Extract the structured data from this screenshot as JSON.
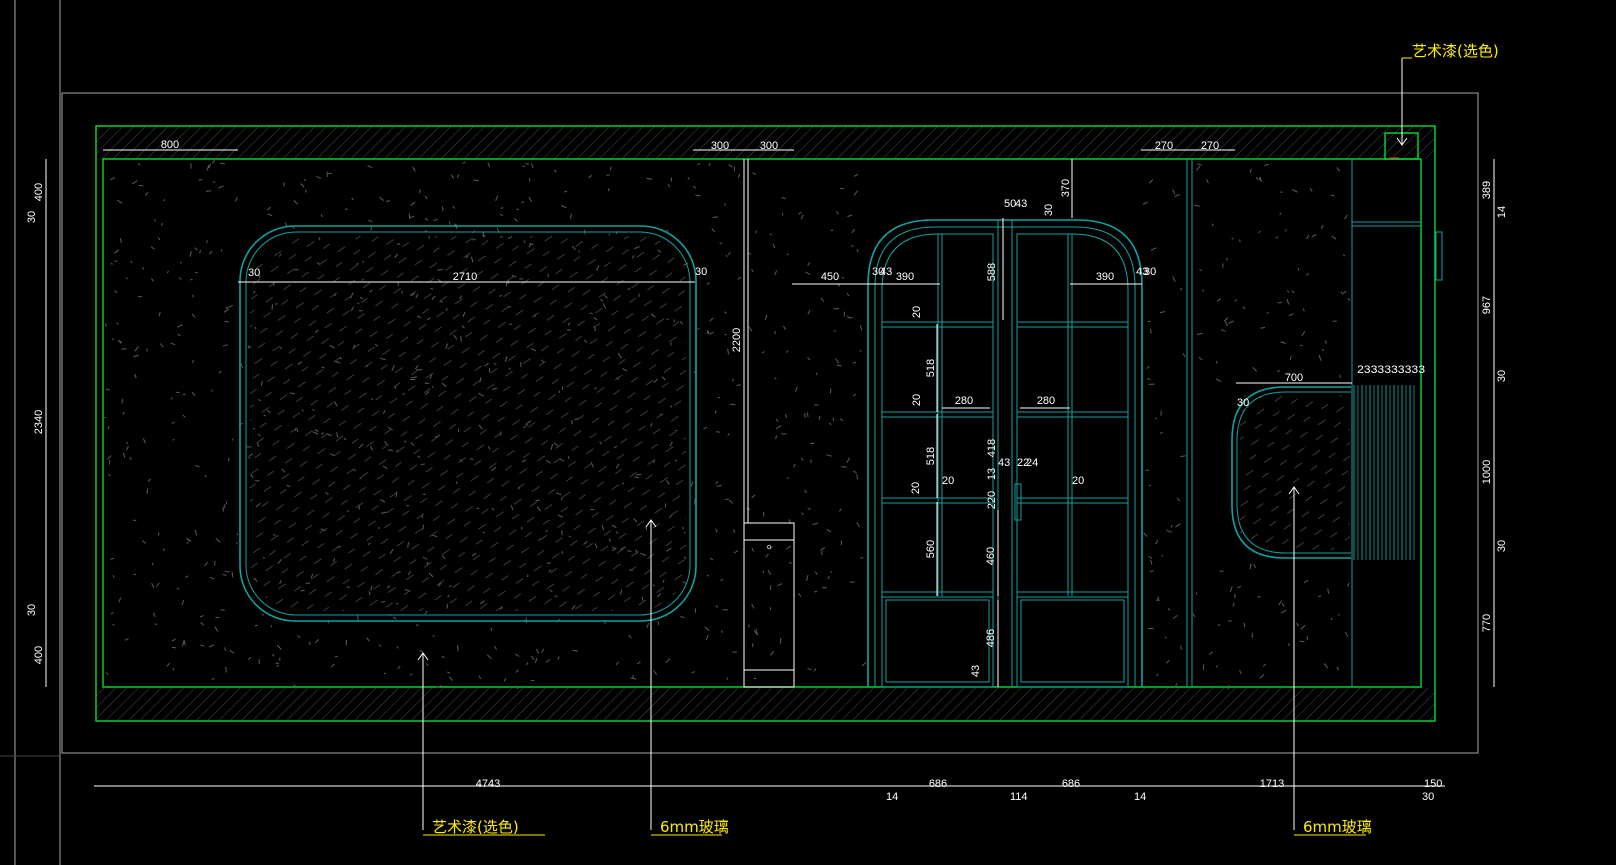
{
  "annotations": {
    "top_right": "艺术漆(选色)",
    "bottom_left": "艺术漆(选色)",
    "bottom_mid": "6mm玻璃",
    "bottom_right": "6mm玻璃"
  },
  "top_dims": {
    "d800": "800",
    "d300a": "300",
    "d300b": "300",
    "d270a": "270",
    "d270b": "270"
  },
  "mirror_dims": {
    "d30l": "30",
    "d2710": "2710",
    "d30r": "30"
  },
  "door_dims": {
    "d450": "450",
    "d30a": "30",
    "d43a": "43",
    "d390a": "390",
    "d390b": "390",
    "d43b": "43",
    "d30b": "30",
    "d588": "588",
    "d370": "370",
    "d30top": "30",
    "d50": "50",
    "d43c": "43",
    "d20a": "20",
    "d518a": "518",
    "d20b": "20",
    "d280a": "280",
    "d280b": "280",
    "d518b": "518",
    "d418": "418",
    "d13": "13",
    "d43d": "43",
    "d22": "22",
    "d24": "24",
    "d20c": "20",
    "d20d": "20",
    "d220": "220",
    "d20e": "20",
    "d560": "560",
    "d460": "460",
    "d486": "486",
    "d43e": "43",
    "d2200": "2200"
  },
  "right_dims": {
    "d700": "700",
    "d30": "30",
    "d2333": "2333333333"
  },
  "left_vdims": {
    "d400a": "400",
    "d30a": "30",
    "d2340": "2340",
    "d30b": "30",
    "d400b": "400"
  },
  "right_vdims": {
    "d389": "389",
    "d14": "14",
    "d967": "967",
    "d30a": "30",
    "d1000": "1000",
    "d30b": "30",
    "d770": "770"
  },
  "bottom_dims": {
    "d4743": "4743",
    "d14a": "14",
    "d686a": "686",
    "d114": "114",
    "d686b": "686",
    "d14b": "14",
    "d1713": "1713",
    "d150": "150",
    "d30": "30"
  },
  "colors": {
    "background": "#000000",
    "frame_green": "#00dd33",
    "glass_cyan": "#14a0a0",
    "annotation_yellow": "#ffee00"
  }
}
